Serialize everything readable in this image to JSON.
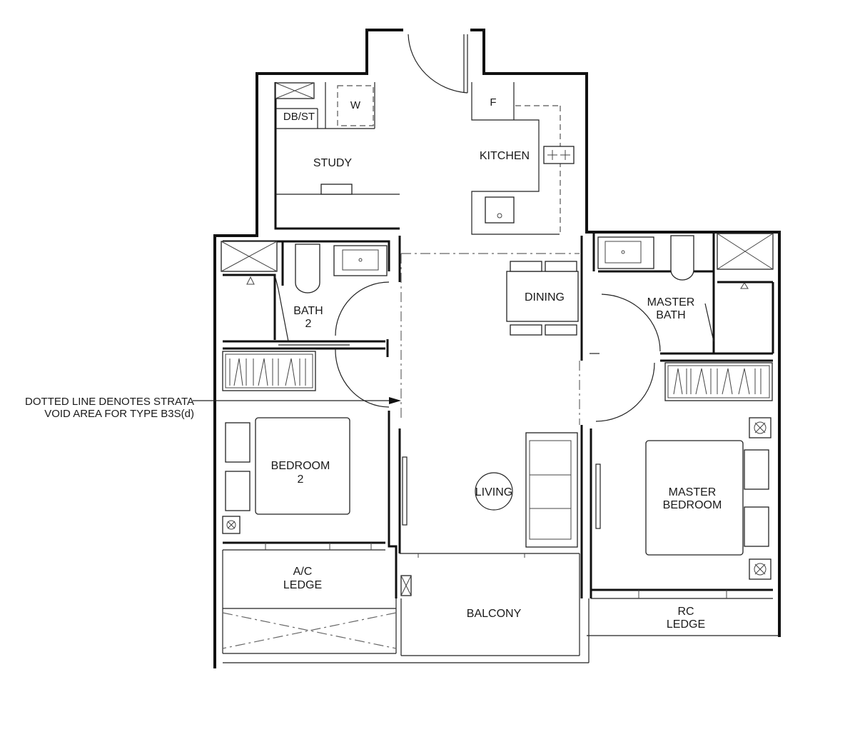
{
  "plan": {
    "rooms": {
      "study": "STUDY",
      "kitchen": "KITCHEN",
      "dining": "DINING",
      "living": "LIVING",
      "balcony": "BALCONY",
      "bath2": [
        "BATH",
        "2"
      ],
      "bedroom2": [
        "BEDROOM",
        "2"
      ],
      "master_bath": [
        "MASTER",
        "BATH"
      ],
      "master_bedroom": [
        "MASTER",
        "BEDROOM"
      ],
      "ac_ledge": [
        "A/C",
        "LEDGE"
      ],
      "rc_ledge": [
        "RC",
        "LEDGE"
      ]
    },
    "fixtures": {
      "dbst": "DB/ST",
      "washer": "W",
      "fridge": "F"
    },
    "note": [
      "DOTTED LINE DENOTES STRATA",
      "VOID AREA FOR TYPE B3S(d)"
    ]
  }
}
